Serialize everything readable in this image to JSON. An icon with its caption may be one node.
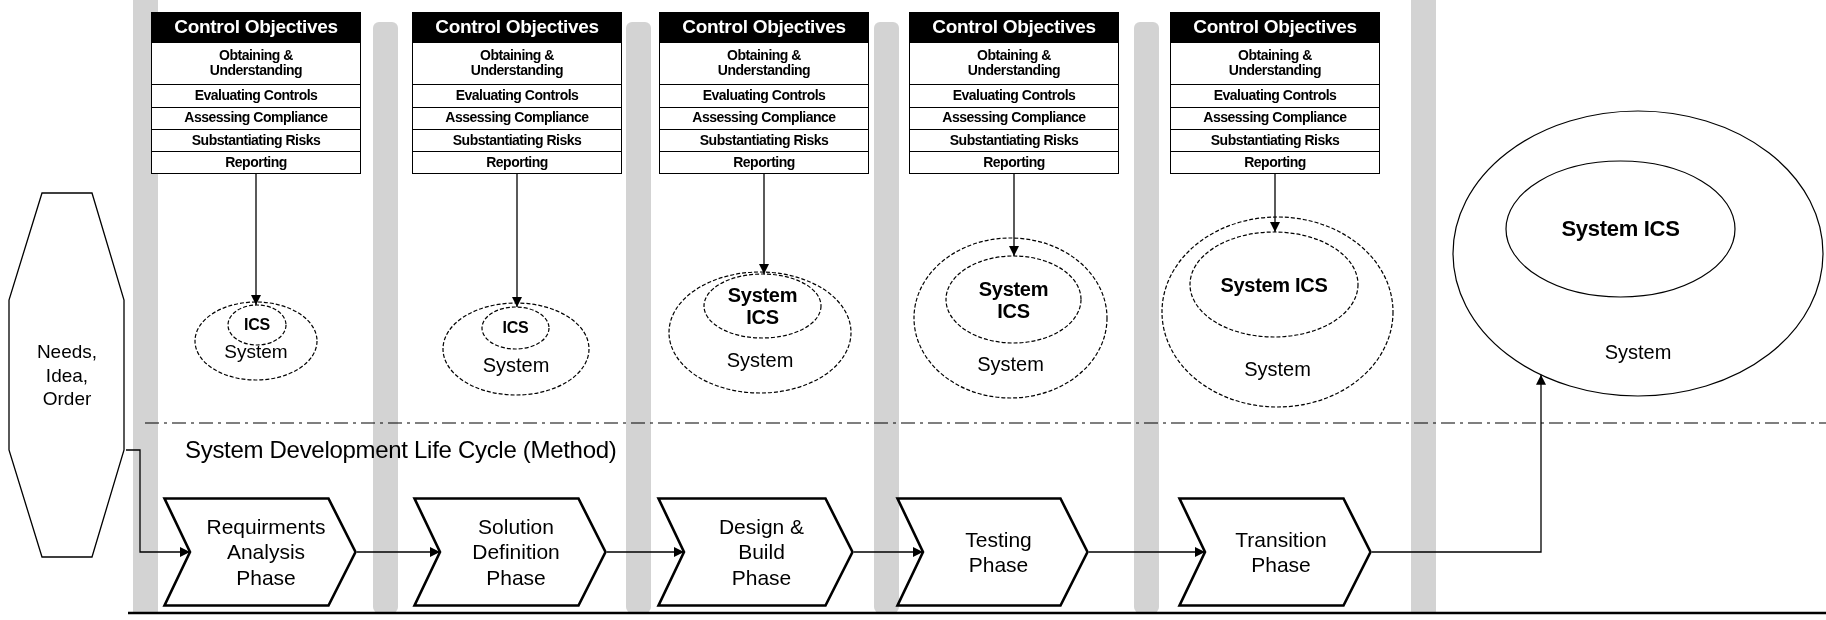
{
  "diagram": {
    "nodes": [
      {
        "text": [
          "Needs, Idea, Order"
        ]
      },
      {
        "text": [
          "Control Objectives",
          "Obtaining & Understanding",
          "Evaluating Controls",
          "Assessing Compliance",
          "Substantiating Risks",
          "Reporting"
        ]
      },
      {
        "text": [
          "System"
        ]
      },
      {
        "text": [
          "ICS"
        ],
        "in": 2
      },
      {
        "text": [
          "Control Objectives",
          "Obtaining & Understanding",
          "Evaluating Controls",
          "Assessing Compliance",
          "Substantiating Risks",
          "Reporting"
        ]
      },
      {
        "text": [
          "System"
        ]
      },
      {
        "text": [
          "ICS"
        ],
        "in": 5
      },
      {
        "text": [
          "Control Objectives",
          "Obtaining & Understanding",
          "Evaluating Controls",
          "Assessing Compliance",
          "Substantiating Risks",
          "Reporting"
        ]
      },
      {
        "text": [
          "System"
        ]
      },
      {
        "text": [
          "System ICS"
        ],
        "in": 8
      },
      {
        "text": [
          "Control Objectives",
          "Obtaining & Understanding",
          "Evaluating Controls",
          "Assessing Compliance",
          "Substantiating Risks",
          "Reporting"
        ]
      },
      {
        "text": [
          "System"
        ]
      },
      {
        "text": [
          "System ICS"
        ],
        "in": 11
      },
      {
        "text": [
          "Control Objectives",
          "Obtaining & Understanding",
          "Evaluating Controls",
          "Assessing Compliance",
          "Substantiating Risks",
          "Reporting"
        ]
      },
      {
        "text": [
          "System"
        ]
      },
      {
        "text": [
          "System ICS"
        ],
        "in": 14
      },
      {
        "text": [
          "System"
        ]
      },
      {
        "text": [
          "System ICS"
        ],
        "in": 16
      },
      {
        "text": [
          "Requirments Analysis Phase"
        ]
      },
      {
        "text": [
          "Solution Definition Phase"
        ]
      },
      {
        "text": [
          "Design & Build Phase"
        ]
      },
      {
        "text": [
          "Testing Phase"
        ]
      },
      {
        "text": [
          "Transition Phase"
        ]
      }
    ],
    "edges": [
      {
        "from": 0,
        "to": 18,
        "arrow": "to"
      },
      {
        "from": 1,
        "to": 3,
        "arrow": "to"
      },
      {
        "from": 4,
        "to": 6,
        "arrow": "to"
      },
      {
        "from": 7,
        "to": 9,
        "arrow": "to"
      },
      {
        "from": 10,
        "to": 12,
        "arrow": "to"
      },
      {
        "from": 13,
        "to": 15,
        "arrow": "to"
      },
      {
        "from": 18,
        "to": 19,
        "arrow": "to"
      },
      {
        "from": 19,
        "to": 20,
        "arrow": "to"
      },
      {
        "from": 20,
        "to": 21,
        "arrow": "to"
      },
      {
        "from": 21,
        "to": 22,
        "arrow": "to"
      },
      {
        "from": 22,
        "to": 16,
        "arrow": "to"
      }
    ],
    "labels": [
      "System Development Life Cycle (Method)"
    ]
  }
}
